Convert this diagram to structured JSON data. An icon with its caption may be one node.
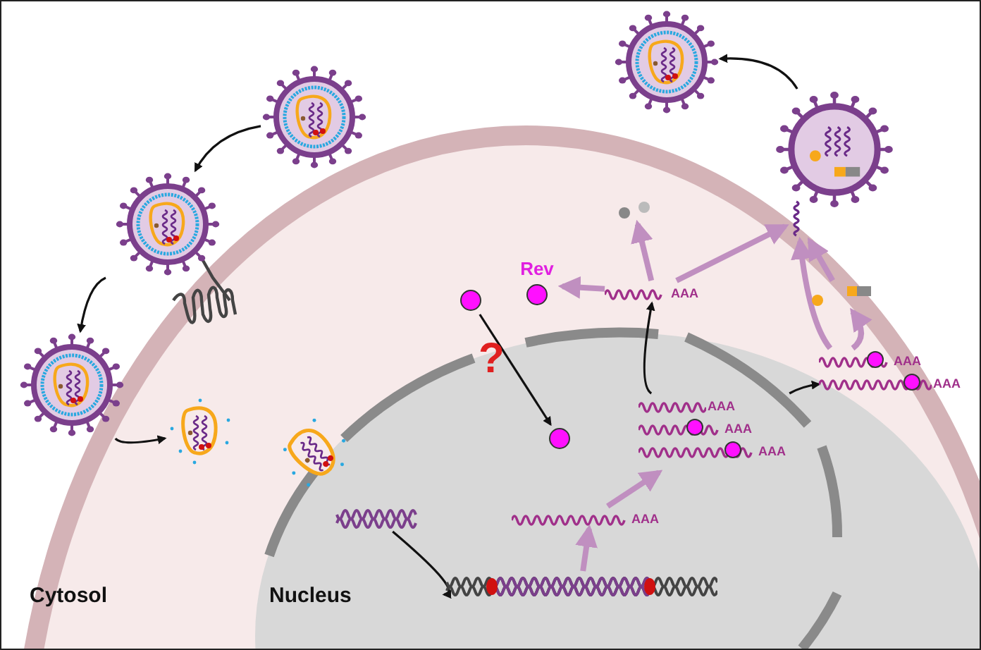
{
  "diagram": {
    "nodes": [
      {
        "text": [],
        "shape": "picture"
      },
      {
        "text": [],
        "shape": "picture"
      },
      {
        "text": [],
        "shape": "picture"
      },
      {
        "text": [],
        "shape": "picture"
      },
      {
        "text": [],
        "shape": "picture"
      },
      {
        "text": [],
        "shape": "picture"
      },
      {
        "text": [],
        "shape": "picture"
      },
      {
        "text": [
          "AAA"
        ]
      },
      {
        "text": [
          "AAA",
          "AAA",
          "AAA"
        ]
      },
      {
        "text": [],
        "shape": "circle"
      },
      {
        "text": [
          "Rev"
        ]
      },
      {
        "text": [],
        "shape": "circle"
      },
      {
        "text": [
          "AAA"
        ]
      },
      {
        "text": [],
        "shape": "picture"
      },
      {
        "text": [
          "AAA",
          "AAA"
        ]
      },
      {
        "text": [],
        "shape": "picture"
      },
      {
        "text": [],
        "shape": "picture"
      },
      {
        "text": [],
        "shape": "picture"
      },
      {
        "text": [],
        "shape": "picture"
      }
    ],
    "edges": [
      {
        "from": 0,
        "to": 1,
        "arrow": "to"
      },
      {
        "from": 1,
        "to": 2,
        "arrow": "to"
      },
      {
        "from": 2,
        "to": 3,
        "arrow": "to"
      },
      {
        "from": 5,
        "to": 6,
        "arrow": "to"
      },
      {
        "from": 6,
        "to": 7,
        "arrow": "to",
        "style": "thick",
        "color": "#c08fc0"
      },
      {
        "from": 7,
        "to": 8,
        "arrow": "to",
        "style": "thick",
        "color": "#c08fc0"
      },
      {
        "from": 11,
        "to": 9,
        "arrow": "to",
        "label": "?"
      },
      {
        "from": 8,
        "to": 12,
        "arrow": "to"
      },
      {
        "from": 12,
        "to": 10,
        "arrow": "to",
        "style": "thick",
        "color": "#c08fc0"
      },
      {
        "from": 12,
        "to": 13,
        "arrow": "to",
        "style": "thick",
        "color": "#c08fc0"
      },
      {
        "from": 8,
        "to": 14,
        "arrow": "to"
      },
      {
        "from": 14,
        "to": 15,
        "arrow": "to",
        "style": "thick",
        "color": "#c08fc0"
      },
      {
        "from": 14,
        "to": 16,
        "arrow": "to",
        "style": "thick",
        "color": "#c08fc0"
      },
      {
        "from": 16,
        "to": 15,
        "arrow": "to",
        "style": "thick",
        "color": "#c08fc0"
      },
      {
        "from": 12,
        "to": 15,
        "arrow": "to",
        "style": "thick",
        "color": "#c08fc0"
      },
      {
        "from": 17,
        "to": 18,
        "arrow": "to"
      }
    ],
    "labels": [
      "Cytosol",
      "Nucleus"
    ]
  }
}
